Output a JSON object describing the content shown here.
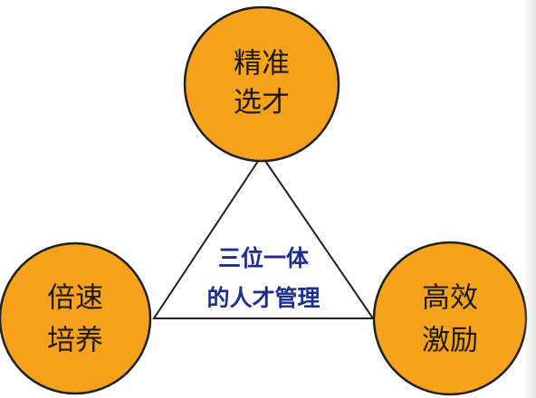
{
  "diagram": {
    "center": {
      "line1": "三位一体",
      "line2": "的人才管理"
    },
    "nodes": {
      "top": {
        "line1": "精准",
        "line2": "选才"
      },
      "left": {
        "line1": "倍速",
        "line2": "培养"
      },
      "right": {
        "line1": "高效",
        "line2": "激励"
      }
    },
    "colors": {
      "node_fill": "#f7a21b",
      "center_text": "#1c2f8f",
      "outline": "#1f1f1f"
    }
  }
}
